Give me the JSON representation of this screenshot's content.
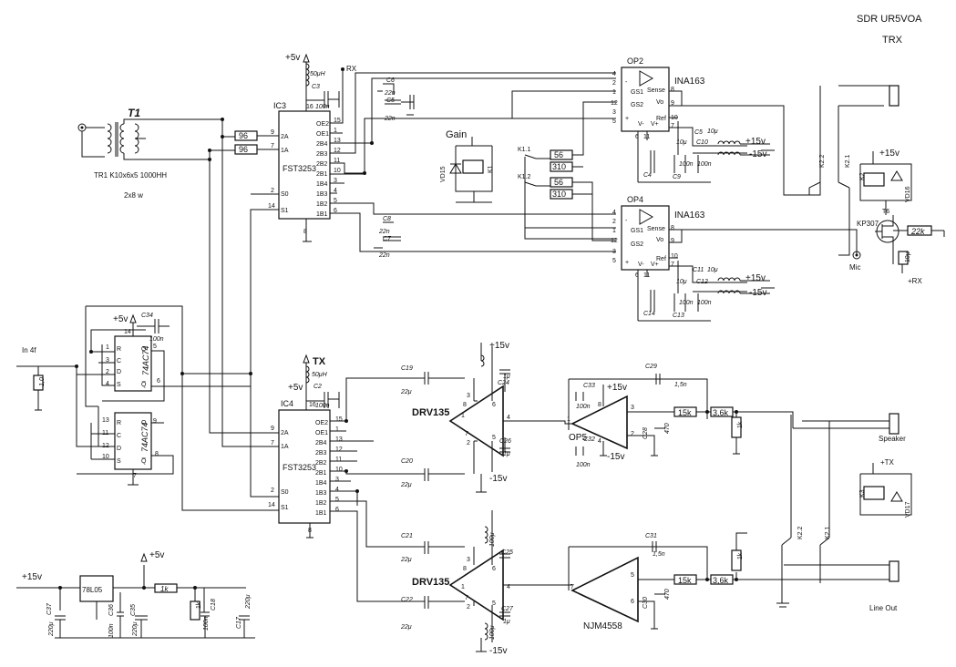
{
  "title": {
    "line1": "SDR UR5VOA",
    "line2": "TRX"
  },
  "transformer": {
    "ref": "T1",
    "note1": "TR1 K10x6x5  1000HH",
    "note2": "2x8 w"
  },
  "inputs": {
    "in4f": "In 4f"
  },
  "rails": {
    "p5": "+5v",
    "p15": "+15v",
    "m15": "-15v",
    "rx": "RX",
    "tx": "TX",
    "prx": "+RX",
    "ptx": "+TX"
  },
  "ic3": {
    "ref": "IC3",
    "name": "FST3253",
    "left_pins": [
      {
        "num": "9",
        "name": "2A"
      },
      {
        "num": "7",
        "name": "1A"
      },
      {
        "num": "2",
        "name": "S0"
      },
      {
        "num": "14",
        "name": "S1"
      }
    ],
    "right_pins": [
      {
        "num": "15",
        "name": "OE2"
      },
      {
        "num": "1",
        "name": "OE1"
      },
      {
        "num": "13",
        "name": "2B4"
      },
      {
        "num": "12",
        "name": "2B3"
      },
      {
        "num": "11",
        "name": "2B2"
      },
      {
        "num": "10",
        "name": "2B1"
      },
      {
        "num": "3",
        "name": "1B4"
      },
      {
        "num": "4",
        "name": "1B3"
      },
      {
        "num": "5",
        "name": "1B2"
      },
      {
        "num": "6",
        "name": "1B1"
      }
    ],
    "top_pin": "16",
    "bottom_pin": "8"
  },
  "ic4": {
    "ref": "IC4",
    "name": "FST3253",
    "left_pins": [
      {
        "num": "9",
        "name": "2A"
      },
      {
        "num": "7",
        "name": "1A"
      },
      {
        "num": "2",
        "name": "S0"
      },
      {
        "num": "14",
        "name": "S1"
      }
    ],
    "right_pins": [
      {
        "num": "15",
        "name": "OE2"
      },
      {
        "num": "1",
        "name": "OE1"
      },
      {
        "num": "13",
        "name": "2B4"
      },
      {
        "num": "12",
        "name": "2B3"
      },
      {
        "num": "11",
        "name": "2B2"
      },
      {
        "num": "10",
        "name": "2B1"
      },
      {
        "num": "3",
        "name": "1B4"
      },
      {
        "num": "4",
        "name": "1B3"
      },
      {
        "num": "5",
        "name": "1B2"
      },
      {
        "num": "6",
        "name": "1B1"
      }
    ],
    "top_pin": "16",
    "bottom_pin": "8"
  },
  "flipflop1": {
    "name": "74AC74",
    "pins_left": [
      {
        "num": "1",
        "name": "R"
      },
      {
        "num": "3",
        "name": "C"
      },
      {
        "num": "2",
        "name": "D"
      },
      {
        "num": "4",
        "name": "S"
      }
    ],
    "pins_right": [
      {
        "num": "5",
        "name": "Q"
      },
      {
        "num": "6",
        "name": "Q̅"
      }
    ],
    "top_pin": "14"
  },
  "flipflop2": {
    "name": "74AC74",
    "pins_left": [
      {
        "num": "13",
        "name": "R"
      },
      {
        "num": "11",
        "name": "C"
      },
      {
        "num": "12",
        "name": "D"
      },
      {
        "num": "10",
        "name": "S"
      }
    ],
    "pins_right": [
      {
        "num": "9",
        "name": "Q"
      },
      {
        "num": "8",
        "name": "Q̅"
      }
    ],
    "bottom_pin": "7"
  },
  "op2": {
    "ref": "OP2",
    "name": "INA163",
    "pins": {
      "p4": "4",
      "p2": "2",
      "p1": "1",
      "p12": "12",
      "p3": "3",
      "p5": "5",
      "p6": "6",
      "p11": "11",
      "p8": "8",
      "p9": "9",
      "p10": "10",
      "p7": "7"
    },
    "labels": {
      "minus": "-",
      "plus": "+",
      "gs1": "GS1",
      "gs2": "GS2",
      "sense": "Sense",
      "vo": "Vo",
      "ref": "Ref",
      "vm": "V-",
      "vp": "V+"
    }
  },
  "op4": {
    "ref": "OP4",
    "name": "INA163",
    "pins": {
      "p4": "4",
      "p2": "2",
      "p1": "1",
      "p12": "12",
      "p3": "3",
      "p5": "5",
      "p6": "6",
      "p11": "11",
      "p8": "8",
      "p9": "9",
      "p10": "10",
      "p7": "7"
    },
    "labels": {
      "minus": "-",
      "plus": "+",
      "gs1": "GS1",
      "gs2": "GS2",
      "sense": "Sense",
      "vo": "Vo",
      "ref": "Ref",
      "vm": "V-",
      "vp": "V+"
    }
  },
  "drv1": {
    "name": "DRV135",
    "pins": {
      "p3": "3",
      "p2": "2",
      "p4": "4",
      "p8": "8",
      "p6": "6",
      "p5": "5",
      "p7": "7",
      "p1": "1"
    }
  },
  "drv2": {
    "name": "DRV135",
    "pins": {
      "p3": "3",
      "p2": "2",
      "p4": "4",
      "p8": "8",
      "p6": "6",
      "p5": "5",
      "p7": "7",
      "p1": "1"
    }
  },
  "op5": {
    "ref": "OP5",
    "pins": {
      "p1": "1",
      "p2": "2",
      "p3": "3",
      "p8": "8",
      "p4": "4"
    }
  },
  "njm": {
    "name": "NJM4558",
    "pins": {
      "p7": "7",
      "p5": "5",
      "p6": "6"
    }
  },
  "reg": {
    "name": "78L05"
  },
  "gain": {
    "label": "Gain",
    "k": "K1",
    "vd": "VD15",
    "k11": "K1.1",
    "k12": "K1.2"
  },
  "relay2": {
    "k": "K2",
    "k22": "K2.2",
    "k21": "K2.1",
    "vd": "VD16"
  },
  "relay3": {
    "k": "K3",
    "k22": "K2.2",
    "k21": "K2.1",
    "vd": "VD17"
  },
  "t6": {
    "ref": "T6",
    "name": "KP307",
    "r": "22k",
    "c": "10μ"
  },
  "connectors": {
    "mic": "Mic",
    "speaker": "Speaker",
    "lineout": "Line Out"
  },
  "caps": {
    "c3": "C3",
    "c3v": "100n",
    "c2": "C2",
    "c2v": "100n",
    "c6": "C6",
    "c5": "C5",
    "c8": "C8",
    "c7": "C7",
    "v22n": "22n",
    "c19": "C19",
    "c20": "C20",
    "c21": "C21",
    "c22": "C22",
    "v22u": "22μ",
    "c33": "C33",
    "c32": "C32",
    "v100n": "100n",
    "c29": "C29",
    "c31": "C31",
    "v15n": "1,5n",
    "c28": "C28",
    "c30": "C30",
    "v470": "470",
    "c34": "C34",
    "c5b": "C5",
    "c5bv": "10μ",
    "c10": "C10",
    "c4": "C4",
    "c9": "C9",
    "c11": "C11",
    "c11v": "10μ",
    "c12": "C12",
    "c14": "C14",
    "c13": "C13",
    "c24": "C24",
    "c26": "C26",
    "c25": "C25",
    "c27": "C27",
    "v1u": "1μ",
    "c37": "C37",
    "c36": "C36",
    "c35": "C35",
    "c18": "C18",
    "c17": "C17",
    "v220u": "220μ",
    "v100n2": "100n"
  },
  "resistors": {
    "r96a": "96",
    "r96b": "96",
    "r56a": "56",
    "r310a": "310",
    "r56b": "56",
    "r310b": "310",
    "r15k1": "15k",
    "r36k1": "3,6k",
    "r1k1": "1k",
    "r15k2": "15k",
    "r36k2": "3,6k",
    "r1k2": "1k",
    "r1k3": "1k",
    "r1k4": "1k",
    "r1k5": "1k",
    "r1k6": "1k"
  },
  "inductors": {
    "l50u": "50μH",
    "l100u": "100μ"
  }
}
